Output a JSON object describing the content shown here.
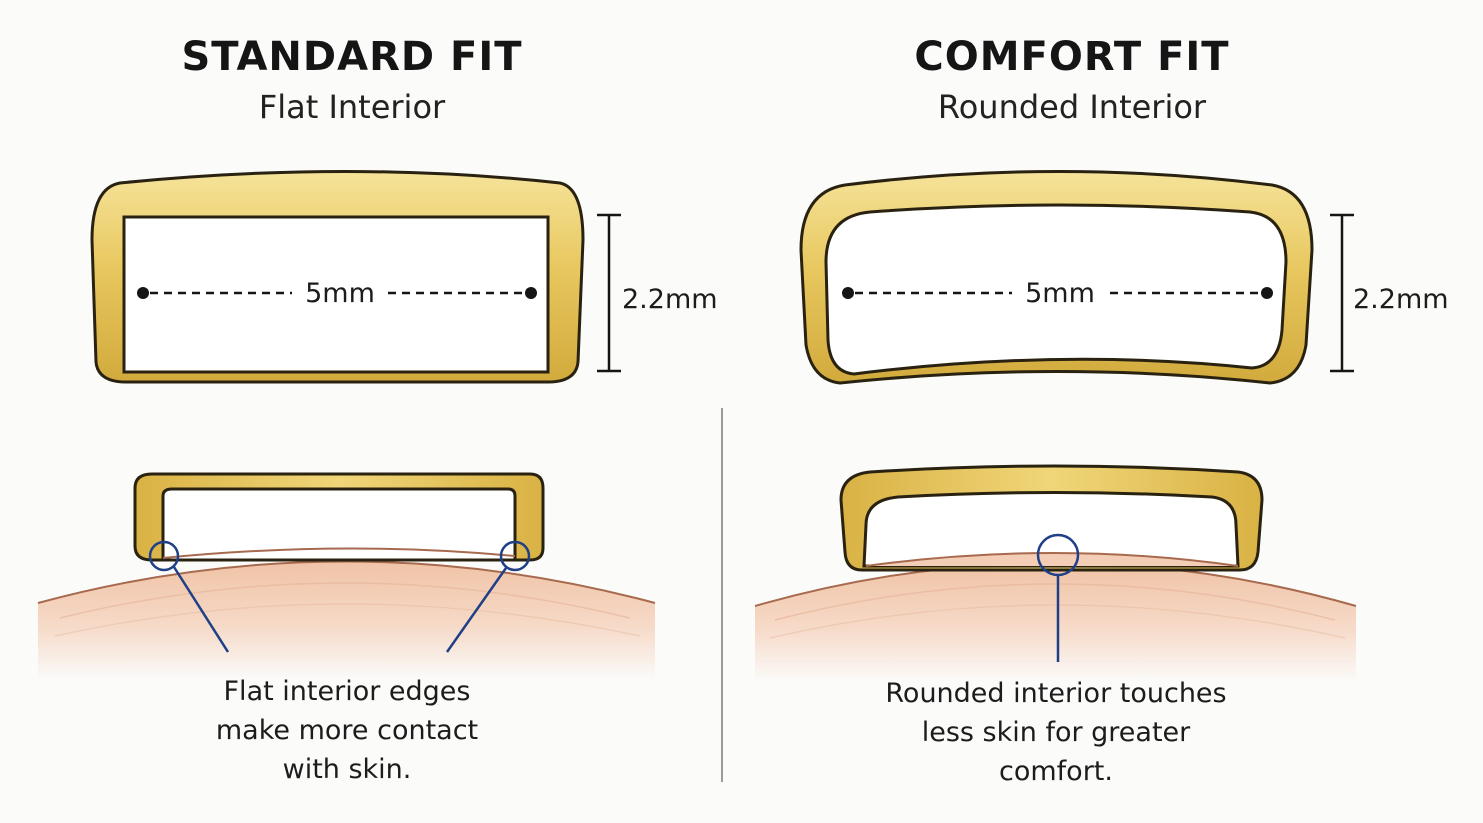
{
  "colors": {
    "gold_light": "#f4df8e",
    "gold_mid": "#e6c458",
    "gold_dark": "#c9a032",
    "outline": "#2a2210",
    "skin": "#f4cdb6",
    "callout": "#1f3f86",
    "divider": "#9a9a9a"
  },
  "standard": {
    "title": "STANDARD FIT",
    "subtitle": "Flat Interior",
    "width_label": "5mm",
    "height_label": "2.2mm",
    "caption_lines": [
      "Flat interior edges",
      "make more contact",
      "with skin."
    ]
  },
  "comfort": {
    "title": "COMFORT FIT",
    "subtitle": "Rounded Interior",
    "width_label": "5mm",
    "height_label": "2.2mm",
    "caption_lines": [
      "Rounded interior touches",
      "less skin for greater",
      "comfort."
    ]
  }
}
